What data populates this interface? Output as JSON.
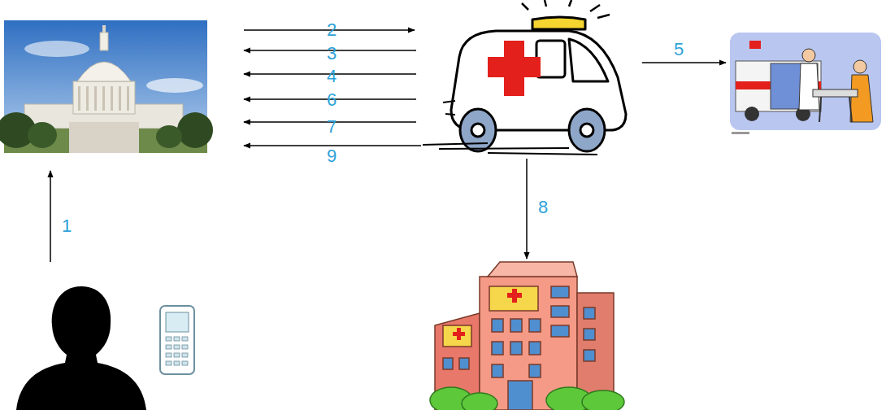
{
  "diagram": {
    "labels": [
      "2",
      "5",
      "3",
      "4",
      "6",
      "7",
      "9",
      "8",
      "1"
    ]
  }
}
